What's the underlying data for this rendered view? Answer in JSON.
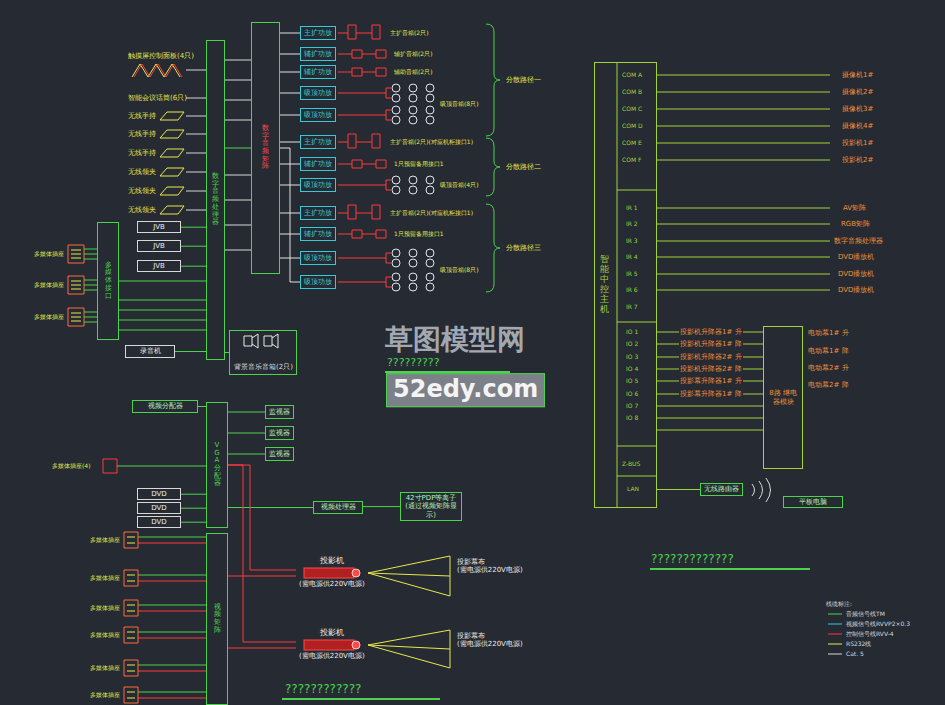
{
  "diagram": {
    "nodes": [
      {
        "text": [
          "数字音频处理器"
        ]
      },
      {
        "text": [
          "数字音频矩阵"
        ]
      },
      {
        "text": [
          "主扩功放"
        ]
      },
      {
        "text": [
          "辅扩功放"
        ]
      },
      {
        "text": [
          "辅扩功放"
        ]
      },
      {
        "text": [
          "吸顶功放"
        ]
      },
      {
        "text": [
          "吸顶功放"
        ]
      },
      {
        "text": [
          "主扩功放"
        ]
      },
      {
        "text": [
          "辅扩功放"
        ]
      },
      {
        "text": [
          "吸顶功放"
        ]
      },
      {
        "text": [
          "主扩功放"
        ]
      },
      {
        "text": [
          "辅扩功放"
        ]
      },
      {
        "text": [
          "吸顶功放"
        ]
      },
      {
        "text": [
          "吸顶功放"
        ]
      },
      {
        "text": [
          "JVB"
        ]
      },
      {
        "text": [
          "JVB"
        ]
      },
      {
        "text": [
          "JVB"
        ]
      },
      {
        "text": [
          "多媒体接口"
        ]
      },
      {
        "text": [
          "录音机"
        ]
      },
      {
        "text": [
          "背景音乐音箱(2只)"
        ]
      },
      {
        "text": [
          "视频分配器"
        ]
      },
      {
        "text": [
          "VGA分配器"
        ]
      },
      {
        "text": [
          "监视器"
        ]
      },
      {
        "text": [
          "监视器"
        ]
      },
      {
        "text": [
          "监视器"
        ]
      },
      {
        "text": [
          "DVD"
        ]
      },
      {
        "text": [
          "DVD"
        ]
      },
      {
        "text": [
          "DVD"
        ]
      },
      {
        "text": [
          "视频处理器"
        ]
      },
      {
        "text": [
          "42寸PDP等离子 (通过视频矩阵显示)"
        ]
      },
      {
        "text": [
          "视频矩阵"
        ]
      },
      {
        "text": [
          "投影机",
          "(需电源供220V电源)"
        ]
      },
      {
        "text": [
          "投影机",
          "(需电源供220V电源)"
        ]
      },
      {
        "text": [
          "投影幕布",
          "(需电源供220V电源)"
        ]
      },
      {
        "text": [
          "投影幕布",
          "(需电源供220V电源)"
        ]
      },
      {
        "text": [
          "智能中控主机"
        ]
      },
      {
        "text": [
          "8路 继电器模块"
        ]
      },
      {
        "text": [
          "无线路由器"
        ]
      },
      {
        "text": [
          "平板电脑"
        ]
      }
    ],
    "edges": [
      {
        "from": 0,
        "to": 1,
        "arrow": "none"
      },
      {
        "from": 1,
        "to": 2,
        "arrow": "none"
      },
      {
        "from": 1,
        "to": 3,
        "arrow": "none"
      },
      {
        "from": 1,
        "to": 4,
        "arrow": "none"
      },
      {
        "from": 1,
        "to": 5,
        "arrow": "none"
      },
      {
        "from": 1,
        "to": 6,
        "arrow": "none"
      },
      {
        "from": 1,
        "to": 7,
        "arrow": "none"
      },
      {
        "from": 1,
        "to": 8,
        "arrow": "none"
      },
      {
        "from": 1,
        "to": 9,
        "arrow": "none"
      },
      {
        "from": 1,
        "to": 10,
        "arrow": "none"
      },
      {
        "from": 1,
        "to": 11,
        "arrow": "none"
      },
      {
        "from": 1,
        "to": 12,
        "arrow": "none"
      },
      {
        "from": 1,
        "to": 13,
        "arrow": "none"
      },
      {
        "from": 14,
        "to": 0,
        "arrow": "none"
      },
      {
        "from": 15,
        "to": 0,
        "arrow": "none"
      },
      {
        "from": 16,
        "to": 0,
        "arrow": "none"
      },
      {
        "from": 17,
        "to": 0,
        "arrow": "none"
      },
      {
        "from": 18,
        "to": 0,
        "arrow": "none"
      },
      {
        "from": 0,
        "to": 19,
        "arrow": "none"
      },
      {
        "from": 20,
        "to": 21,
        "arrow": "none"
      },
      {
        "from": 21,
        "to": 22,
        "arrow": "none"
      },
      {
        "from": 21,
        "to": 23,
        "arrow": "none"
      },
      {
        "from": 21,
        "to": 24,
        "arrow": "none"
      },
      {
        "from": 25,
        "to": 21,
        "arrow": "none"
      },
      {
        "from": 26,
        "to": 21,
        "arrow": "none"
      },
      {
        "from": 27,
        "to": 21,
        "arrow": "none"
      },
      {
        "from": 21,
        "to": 28,
        "arrow": "none"
      },
      {
        "from": 28,
        "to": 29,
        "arrow": "none"
      },
      {
        "from": 30,
        "to": 31,
        "arrow": "none"
      },
      {
        "from": 30,
        "to": 32,
        "arrow": "none"
      },
      {
        "from": 21,
        "to": 31,
        "arrow": "none"
      },
      {
        "from": 21,
        "to": 32,
        "arrow": "none"
      },
      {
        "from": 35,
        "to": 36,
        "arrow": "none"
      },
      {
        "from": 35,
        "to": 37,
        "arrow": "none"
      }
    ],
    "labels": [
      "触摸屏控制面板(4只)",
      "智能会议话筒(6只)",
      "无线手持",
      "无线手持",
      "无线手持",
      "无线领夹",
      "无线领夹",
      "无线领夹",
      "多媒体插座",
      "多媒体插座",
      "多媒体插座",
      "多媒体插座(4)",
      "多媒体插座",
      "多媒体插座",
      "多媒体插座",
      "多媒体插座",
      "多媒体插座",
      "多媒体插座",
      "主扩音箱(2只)",
      "辅扩音箱(2只)",
      "辅助音箱(2只)",
      "吸顶音箱(8只)",
      "主扩音箱(2只)(对应机柜接口1)",
      "1只预留备用接口1",
      "吸顶音箱(4只)",
      "主扩音箱(2只)(对应机柜接口1)",
      "1只预留备用接口1",
      "吸顶音箱(8只)",
      "分散路径一",
      "分散路径二",
      "分散路径三",
      "COM A",
      "COM B",
      "COM C",
      "COM D",
      "COM E",
      "COM F",
      "IR 1",
      "IR 2",
      "IR 3",
      "IR 4",
      "IR 5",
      "IR 6",
      "IR 7",
      "IO 1",
      "IO 2",
      "IO 3",
      "IO 4",
      "IO 5",
      "IO 6",
      "IO 7",
      "IO 8",
      "Z-BUS",
      "LAN",
      "摄像机1#",
      "摄像机2#",
      "摄像机3#",
      "摄像机4#",
      "投影机1#",
      "投影机2#",
      "AV矩阵",
      "RGB矩阵",
      "数字音频处理器",
      "DVD播放机",
      "DVD播放机",
      "DVD播放机",
      "投影机升降器1# 升",
      "投影机升降器1# 降",
      "投影机升降器2# 升",
      "投影机升降器2# 降",
      "投影幕升降器1# 升",
      "投影幕升降器1# 降",
      "电动幕1# 升",
      "电动幕1# 降",
      "电动幕2# 升",
      "电动幕2# 降",
      "?????????????",
      "????????????",
      "?????????",
      "草图模型网",
      "52edy.com",
      "线缆标注:"
    ],
    "legend": [
      {
        "text": "音频信号线TM"
      },
      {
        "text": "视频信号线RVVP2×0.3"
      },
      {
        "text": "控制信号线RVV-4"
      },
      {
        "text": "RS232线"
      },
      {
        "text": "Cat. 5"
      }
    ]
  }
}
